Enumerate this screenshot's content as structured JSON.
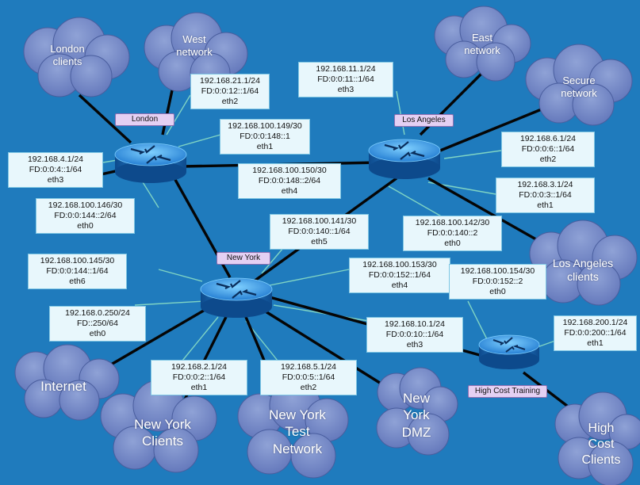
{
  "routers": [
    {
      "name": "London"
    },
    {
      "name": "Los Angeles"
    },
    {
      "name": "New York"
    },
    {
      "name": "High Cost Training"
    }
  ],
  "clouds": [
    {
      "label": "London\nclients"
    },
    {
      "label": "West\nnetwork"
    },
    {
      "label": "East\nnetwork"
    },
    {
      "label": "Secure\nnetwork"
    },
    {
      "label": "Los Angeles\nclients"
    },
    {
      "label": "Internet"
    },
    {
      "label": "New York\nClients"
    },
    {
      "label": "New York\nTest\nNetwork"
    },
    {
      "label": "New\nYork\nDMZ"
    },
    {
      "label": "High\nCost\nClients"
    }
  ],
  "interfaces": [
    {
      "ipv4": "192.168.21.1/24",
      "ipv6": "FD:0:0:12::1/64",
      "iface": "eth2"
    },
    {
      "ipv4": "192.168.100.149/30",
      "ipv6": "FD:0:0:148::1",
      "iface": "eth1"
    },
    {
      "ipv4": "192.168.4.1/24",
      "ipv6": "FD:0:0:4::1/64",
      "iface": "eth3"
    },
    {
      "ipv4": "192.168.100.146/30",
      "ipv6": "FD:0:0:144::2/64",
      "iface": "eth0"
    },
    {
      "ipv4": "192.168.11.1/24",
      "ipv6": "FD:0:0:11::1/64",
      "iface": "eth3"
    },
    {
      "ipv4": "192.168.100.150/30",
      "ipv6": "FD:0:0:148::2/64",
      "iface": "eth4"
    },
    {
      "ipv4": "192.168.6.1/24",
      "ipv6": "FD:0:0:6::1/64",
      "iface": "eth2"
    },
    {
      "ipv4": "192.168.3.1/24",
      "ipv6": "FD:0:0:3::1/64",
      "iface": "eth1"
    },
    {
      "ipv4": "192.168.100.141/30",
      "ipv6": "FD:0:0:140::1/64",
      "iface": "eth5"
    },
    {
      "ipv4": "192.168.100.142/30",
      "ipv6": "FD:0:0:140::2",
      "iface": "eth0"
    },
    {
      "ipv4": "192.168.100.145/30",
      "ipv6": "FD:0:0:144::1/64",
      "iface": "eth6"
    },
    {
      "ipv4": "192.168.100.153/30",
      "ipv6": "FD:0:0:152::1/64",
      "iface": "eth4"
    },
    {
      "ipv4": "192.168.100.154/30",
      "ipv6": "FD:0:0:152::2",
      "iface": "eth0"
    },
    {
      "ipv4": "192.168.0.250/24",
      "ipv6": "FD::250/64",
      "iface": "eth0"
    },
    {
      "ipv4": "192.168.10.1/24",
      "ipv6": "FD:0:0:10::1/64",
      "iface": "eth3"
    },
    {
      "ipv4": "192.168.200.1/24",
      "ipv6": "FD:0:0:200::1/64",
      "iface": "eth1"
    },
    {
      "ipv4": "192.168.2.1/24",
      "ipv6": "FD:0:0:2::1/64",
      "iface": "eth1"
    },
    {
      "ipv4": "192.168.5.1/24",
      "ipv6": "FD:0:0:5::1/64",
      "iface": "eth2"
    }
  ]
}
